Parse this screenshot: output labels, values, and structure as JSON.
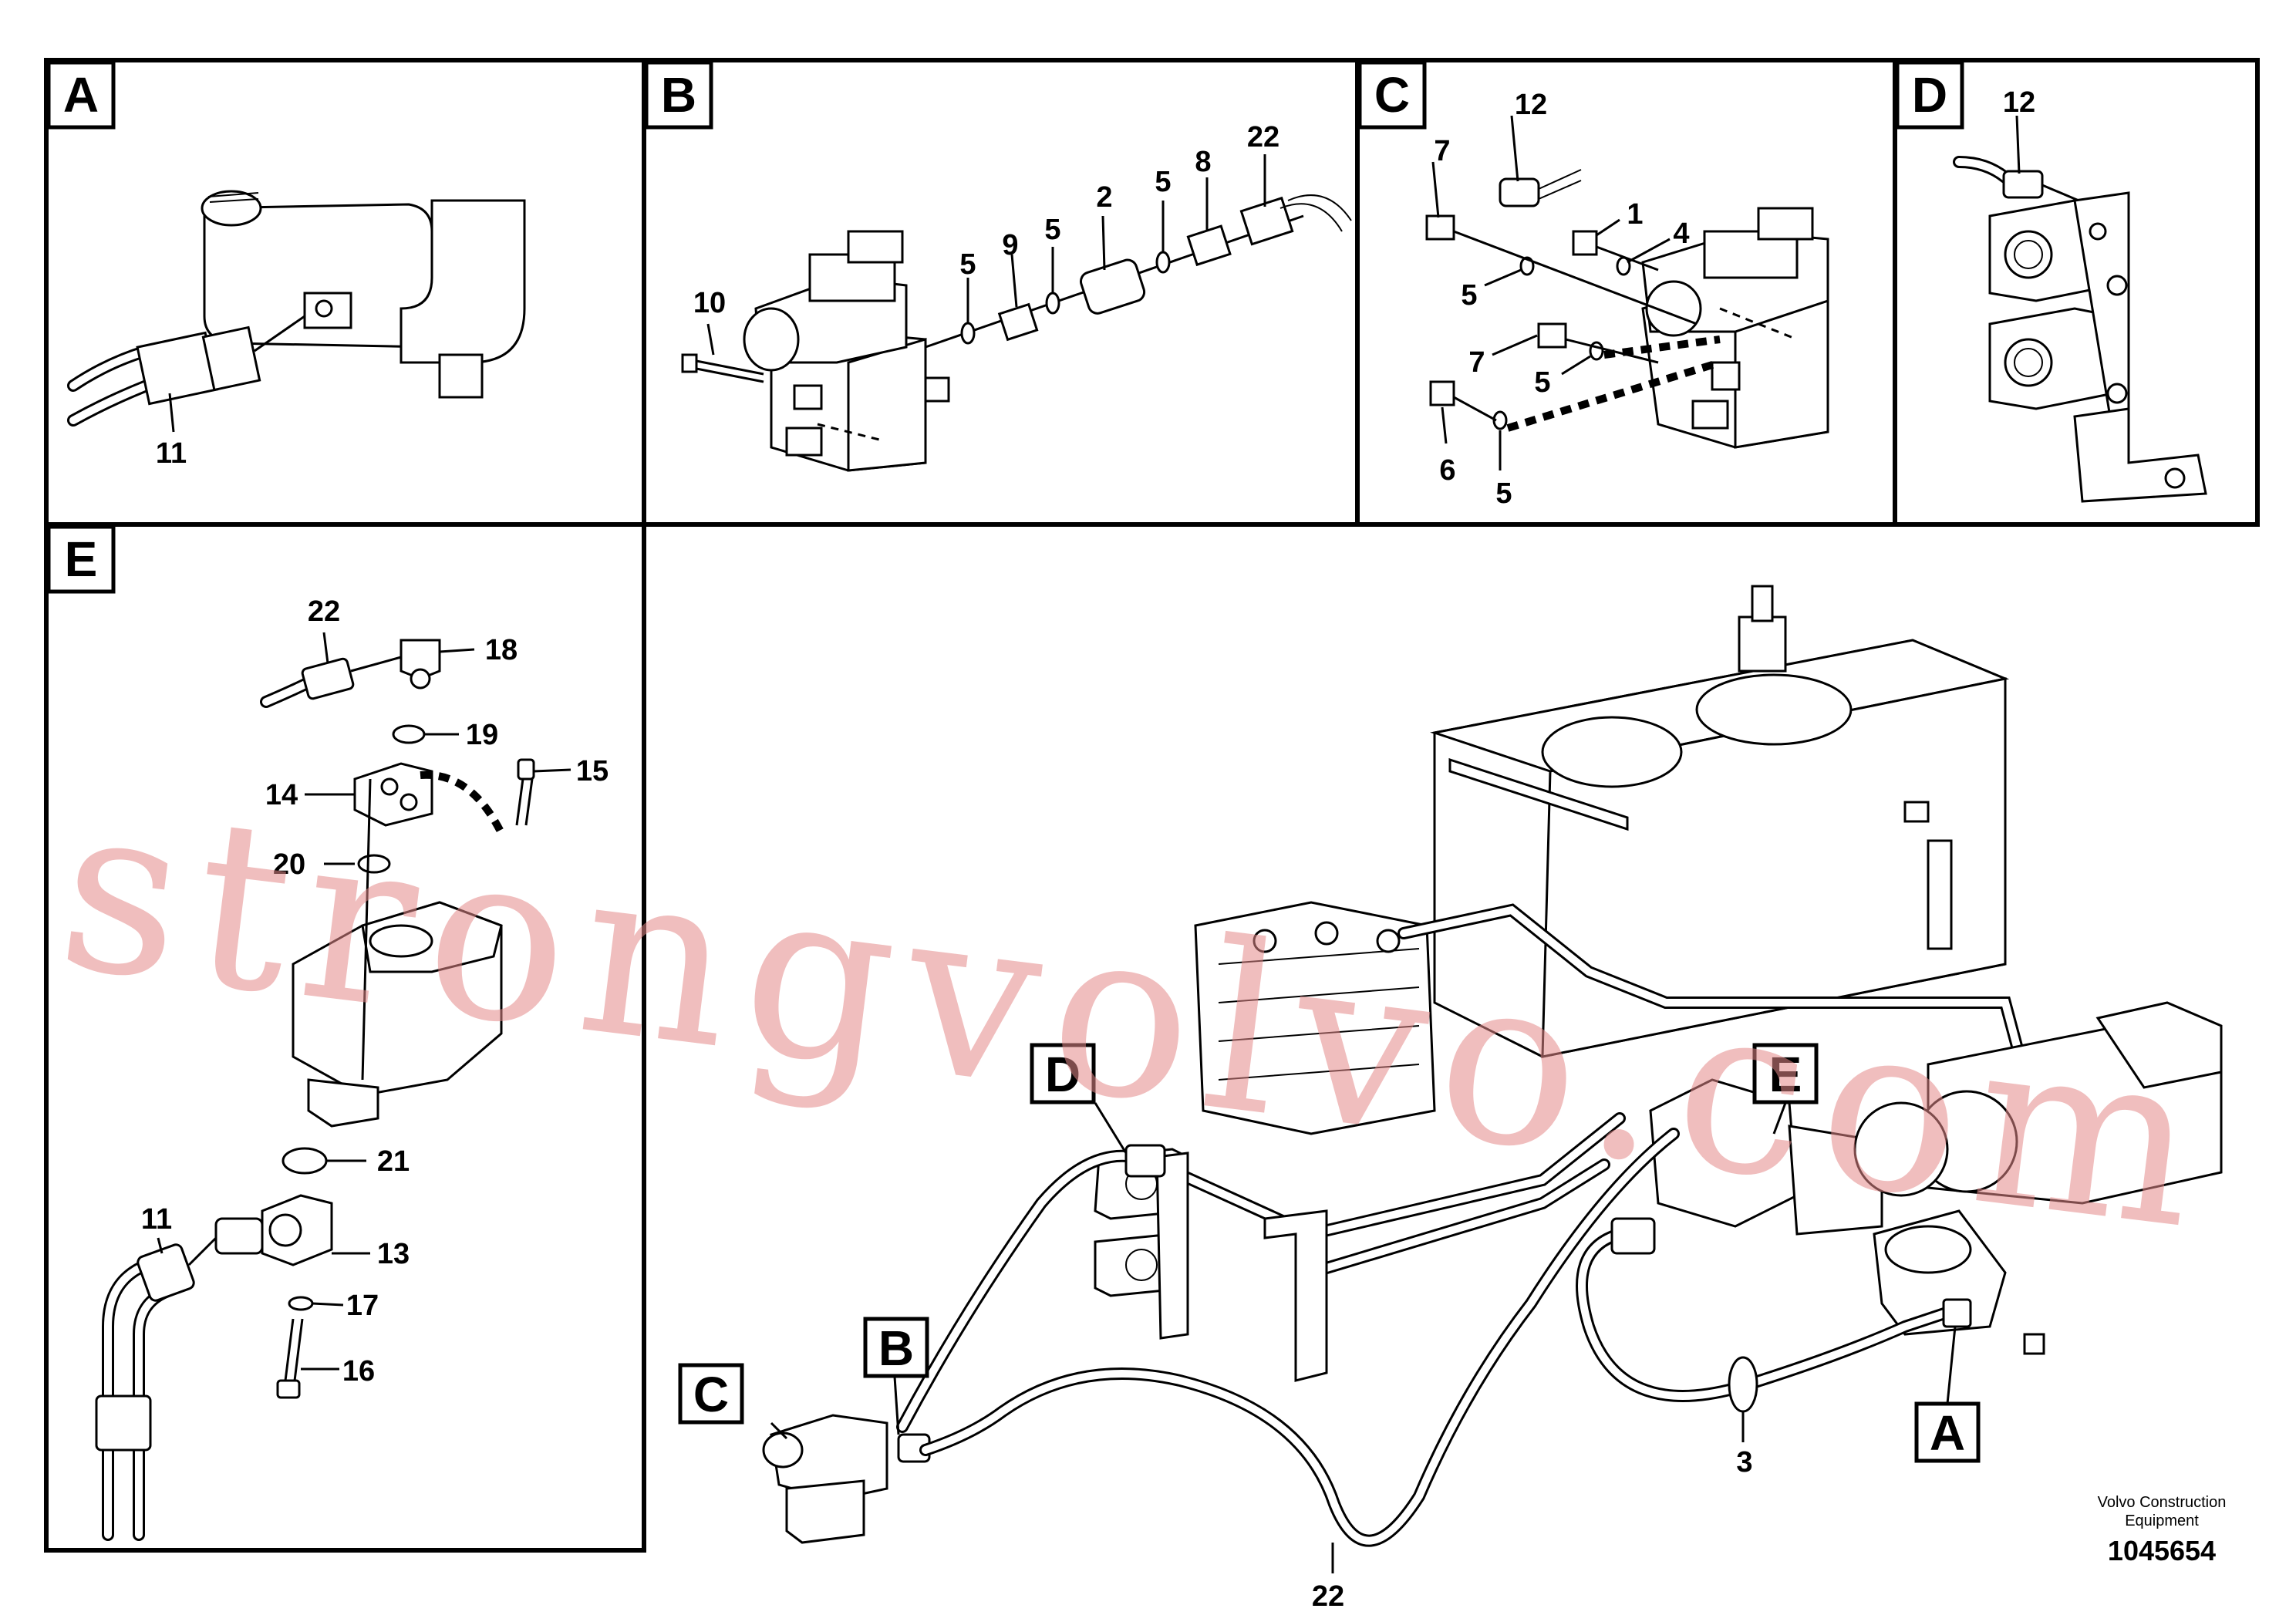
{
  "panels": {
    "A": "A",
    "B": "B",
    "C": "C",
    "D": "D",
    "E": "E"
  },
  "detail_flags": {
    "A": "A",
    "B": "B",
    "C": "C",
    "D": "D",
    "E": "E"
  },
  "callouts": {
    "a_11": "11",
    "b_10": "10",
    "b_5a": "5",
    "b_9": "9",
    "b_5b": "5",
    "b_2": "2",
    "b_5c": "5",
    "b_8": "8",
    "b_22": "22",
    "c_12": "12",
    "c_7a": "7",
    "c_1": "1",
    "c_4": "4",
    "c_5a": "5",
    "c_7b": "7",
    "c_5b": "5",
    "c_6": "6",
    "c_5c": "5",
    "d_12": "12",
    "e_22": "22",
    "e_18": "18",
    "e_19": "19",
    "e_15": "15",
    "e_14": "14",
    "e_20": "20",
    "e_21": "21",
    "e_11": "11",
    "e_13": "13",
    "e_17": "17",
    "e_16": "16",
    "main_3": "3",
    "main_22": "22"
  },
  "watermark": "strongvolvo.com",
  "footer": {
    "company_line1": "Volvo Construction",
    "company_line2": "Equipment",
    "drawing_number": "1045654"
  }
}
